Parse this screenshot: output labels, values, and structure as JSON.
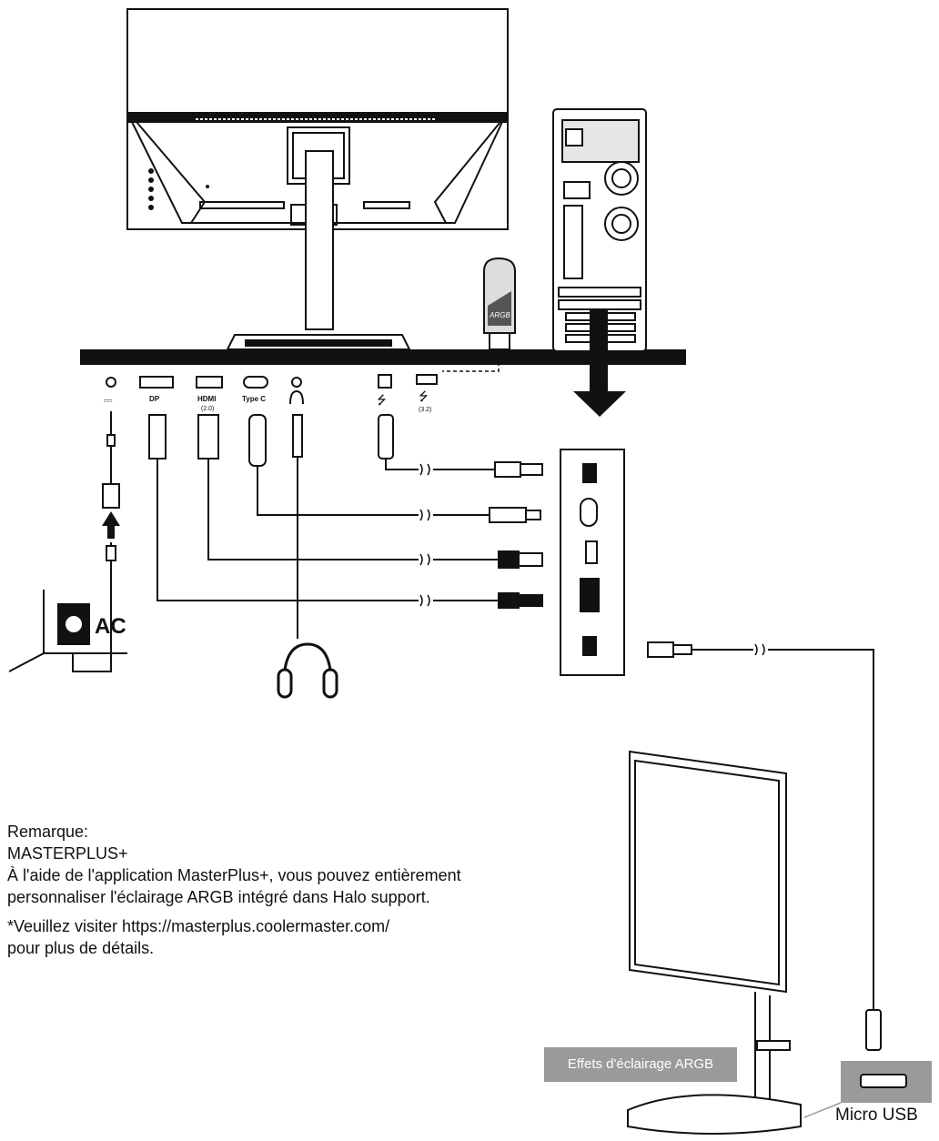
{
  "ports": {
    "dc_label": "⎓",
    "dp_label": "DP",
    "hdmi_label": "HDMI",
    "hdmi_sub": "(2.0)",
    "typec_label": "Type C",
    "usb_b_label": "⭍",
    "usb_a_label": "⭍",
    "usb_a_sub": "(3.2)"
  },
  "power": {
    "ac_label": "AC"
  },
  "dongle": {
    "logo_text": "ARGB"
  },
  "note": {
    "line1": "Remarque:",
    "line2": "MASTERPLUS+",
    "line3": "À l'aide de l'application MasterPlus+, vous pouvez entièrement",
    "line4": "personnaliser l'éclairage ARGB intégré dans Halo support.",
    "line5": "*Veuillez visiter https://masterplus.coolermaster.com/",
    "line6": "pour plus de détails."
  },
  "argb_label": "Effets d'éclairage ARGB",
  "micro_usb_label": "Micro USB",
  "icons": [
    "monitor-rear",
    "pc-tower",
    "argb-dongle",
    "headphones-icon",
    "power-outlet-icon",
    "arrow-down-icon",
    "arrow-up-icon",
    "monitor-side"
  ]
}
